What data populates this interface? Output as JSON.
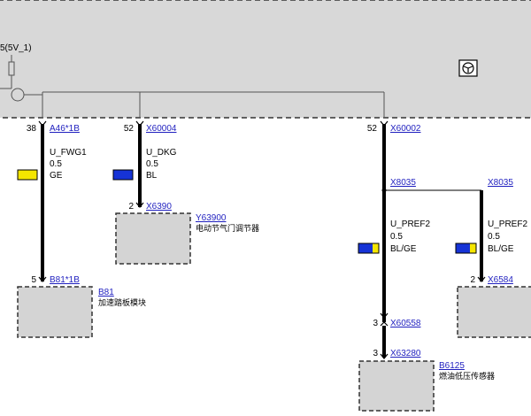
{
  "ecu_label": "5(5V_1)",
  "colors": {
    "ecu_fill": "#d8d8d8",
    "box_fill": "#d4d4d4",
    "wire": "#000000",
    "link": "#1f1fbf",
    "yellow": "#f5e600",
    "blue": "#1633d6",
    "stroke": "#333333"
  },
  "ecu_icon": "steering-wheel-icon",
  "wires": [
    {
      "pin_top": "38",
      "connector_top": "A46*1B",
      "signal": "U_FWG1",
      "size": "0.5",
      "color": "GE",
      "swatch": [
        "yellow"
      ],
      "pin_bottom": "5",
      "connector_bottom": "B81*1B",
      "component_id": "B81",
      "component_name": "加速踏板模块"
    },
    {
      "pin_top": "52",
      "connector_top": "X60004",
      "signal": "U_DKG",
      "size": "0.5",
      "color": "BL",
      "swatch": [
        "blue"
      ],
      "pin_bottom": "2",
      "connector_bottom": "X6390",
      "component_id": "Y63900",
      "component_name": "电动节气门调节器"
    },
    {
      "pin_top": "52",
      "connector_top": "X60002",
      "splice": "X8035",
      "signal": "U_PREF2",
      "size": "0.5",
      "color": "BL/GE",
      "swatch": [
        "blue",
        "yellow"
      ],
      "pin_mid": "3",
      "connector_mid": "X60558",
      "pin_bottom": "3",
      "connector_bottom": "X63280",
      "component_id": "B6125",
      "component_name": "燃油低压传感器"
    },
    {
      "splice": "X8035",
      "signal": "U_PREF2",
      "size": "0.5",
      "color": "BL/GE",
      "swatch": [
        "blue",
        "yellow"
      ],
      "pin_bottom": "2",
      "connector_bottom": "X6584"
    }
  ]
}
